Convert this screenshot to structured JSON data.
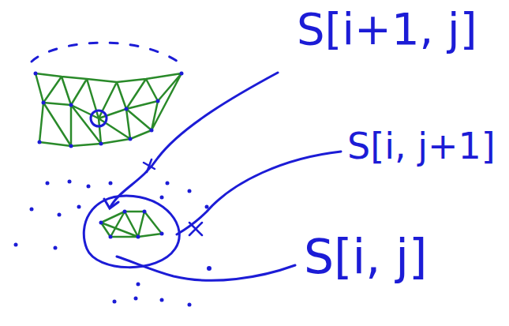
{
  "diagram": {
    "labels": [
      "S[i+1, j]",
      "S[i, j+1]",
      "S[i, j]"
    ]
  }
}
